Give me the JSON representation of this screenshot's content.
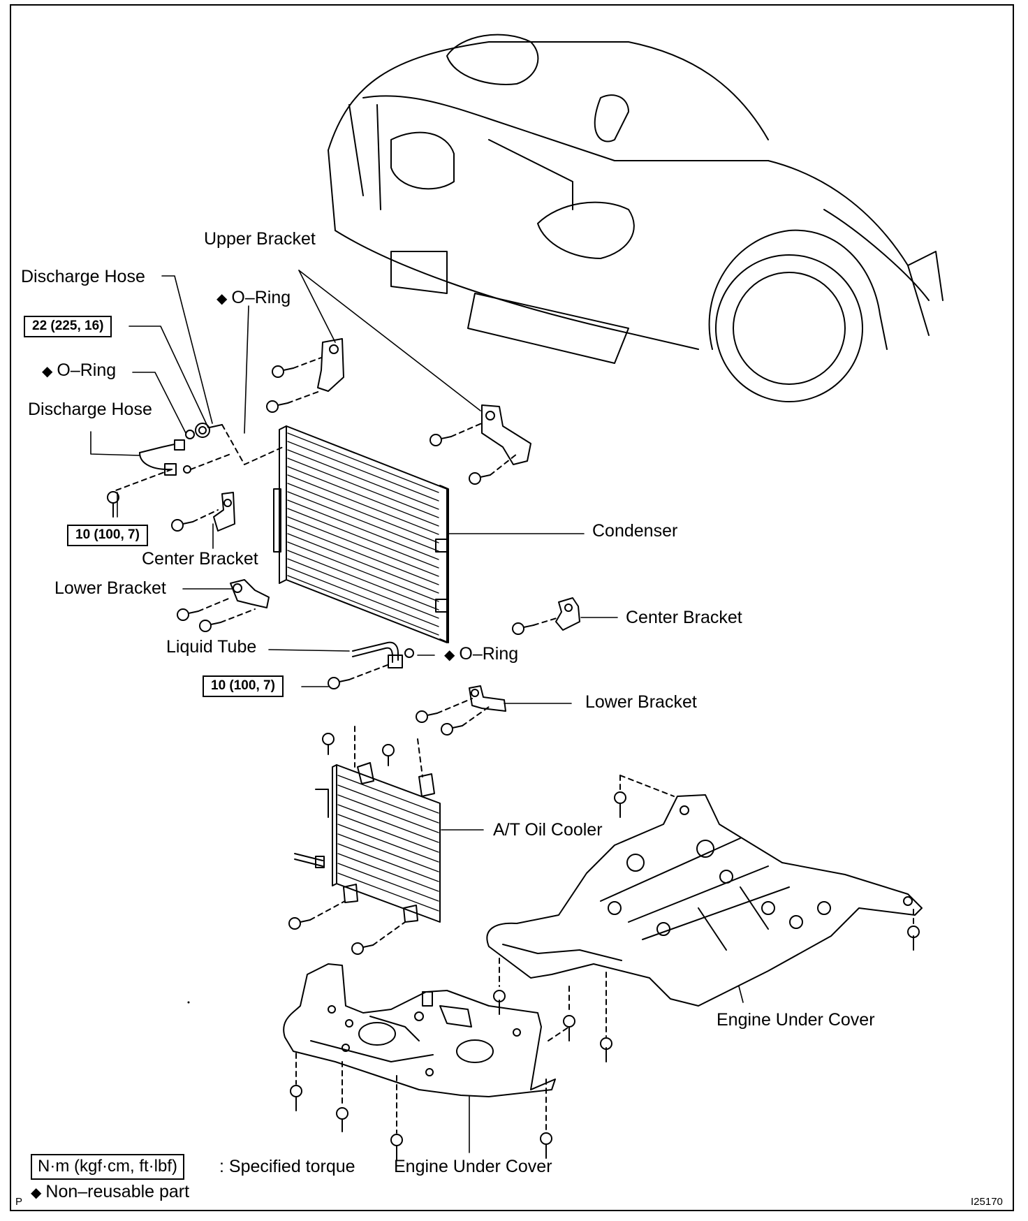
{
  "labels": {
    "upper_bracket": "Upper Bracket",
    "discharge_hose_top": "Discharge Hose",
    "o_ring_1": "O–Ring",
    "o_ring_2": "O–Ring",
    "discharge_hose_2": "Discharge Hose",
    "condenser": "Condenser",
    "center_bracket_left": "Center Bracket",
    "lower_bracket_left": "Lower Bracket",
    "center_bracket_right": "Center Bracket",
    "liquid_tube": "Liquid Tube",
    "o_ring_3": "O–Ring",
    "lower_bracket_right": "Lower Bracket",
    "at_oil_cooler": "A/T Oil Cooler",
    "engine_under_cover_right": "Engine Under Cover",
    "engine_under_cover_bottom": "Engine Under Cover"
  },
  "torque": {
    "t1": "22 (225, 16)",
    "t2": "10 (100, 7)",
    "t3": "10 (100, 7)"
  },
  "legend": {
    "torque_unit": "N·m (kgf·cm, ft·lbf)",
    "torque_text": ": Specified torque",
    "symbol": "◆",
    "nonreusable_text": "Non–reusable part"
  },
  "corner": {
    "left": "P",
    "right": "I25170"
  }
}
